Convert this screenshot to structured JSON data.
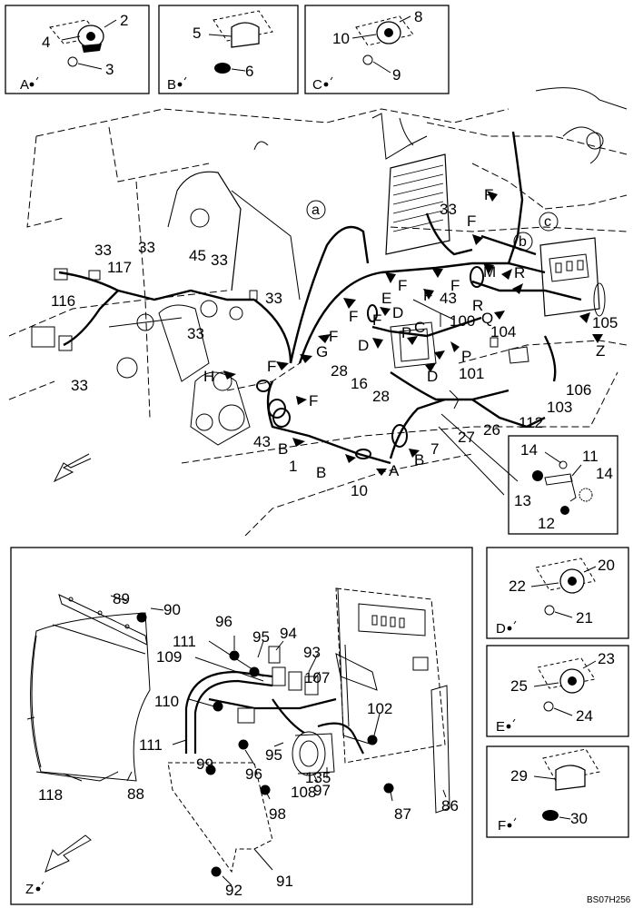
{
  "drawing_code": "BS07H256",
  "insets": [
    {
      "id": "A",
      "caption": "A",
      "labels": [
        "2",
        "4",
        "3"
      ]
    },
    {
      "id": "B",
      "caption": "B",
      "labels": [
        "5",
        "6"
      ]
    },
    {
      "id": "C",
      "caption": "C",
      "labels": [
        "8",
        "10",
        "9"
      ]
    },
    {
      "id": "D",
      "caption": "D",
      "labels": [
        "20",
        "22",
        "21"
      ]
    },
    {
      "id": "E",
      "caption": "E",
      "labels": [
        "23",
        "25",
        "24"
      ]
    },
    {
      "id": "F",
      "caption": "F",
      "labels": [
        "29",
        "30"
      ]
    }
  ],
  "bracket_detail_labels": [
    "14",
    "11",
    "13",
    "14",
    "12"
  ],
  "view_z_caption": "Z",
  "main_labels": {
    "n33": "33",
    "n117": "117",
    "n45": "45",
    "n116": "116",
    "n43": "43",
    "n1": "1",
    "n10": "10",
    "n7": "7",
    "n27": "27",
    "n26": "26",
    "n112": "112",
    "n103": "103",
    "n106": "106",
    "n105": "105",
    "n104": "104",
    "n100": "100",
    "n101": "101",
    "n28": "28",
    "n16": "16",
    "a": "a",
    "b": "b",
    "c": "c",
    "A": "A",
    "B": "B",
    "C": "C",
    "D": "D",
    "E": "E",
    "F": "F",
    "G": "G",
    "H": "H",
    "M": "M",
    "P": "P",
    "Q": "Q",
    "R": "R",
    "Z": "Z"
  },
  "box_labels": {
    "n89": "89",
    "n90": "90",
    "n96": "96",
    "n95": "95",
    "n94": "94",
    "n111": "111",
    "n109": "109",
    "n93": "93",
    "n107": "107",
    "n110": "110",
    "n102": "102",
    "n99": "99",
    "n108": "108",
    "n97": "97",
    "n135": "135",
    "n98": "98",
    "n87": "87",
    "n86": "86",
    "n118": "118",
    "n88": "88",
    "n91": "91",
    "n92": "92"
  }
}
